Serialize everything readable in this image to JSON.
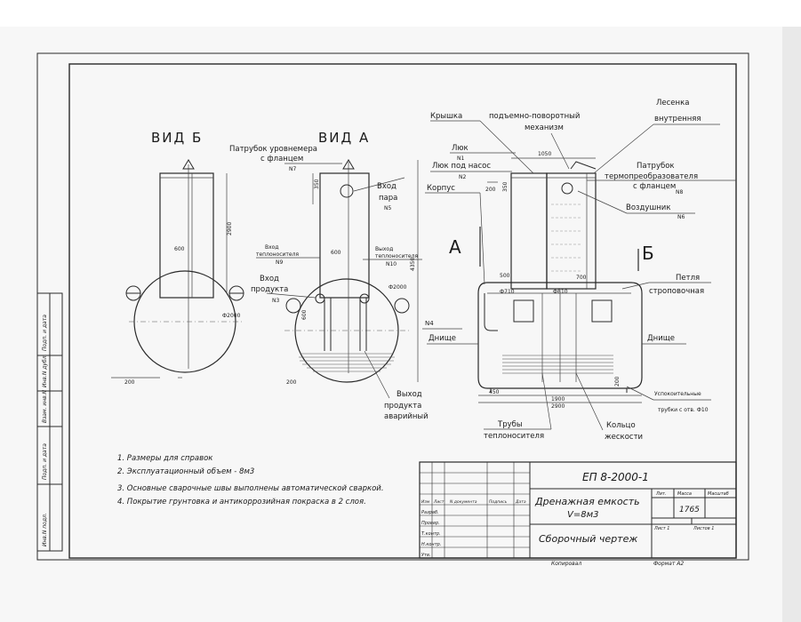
{
  "views": {
    "view_b_title": "ВИД Б",
    "view_a_title": "ВИД А",
    "section_a": "А",
    "section_b": "Б"
  },
  "left_labels": {
    "level_nozzle_1": "Патрубок уровнемера",
    "level_nozzle_2": "с фланцем",
    "level_nozzle_n": "N7",
    "steam_in_1": "Вход",
    "steam_in_2": "пара",
    "steam_in_n": "N5",
    "heat_in_1": "Вход",
    "heat_in_2": "теплоносителя",
    "heat_in_n": "N9",
    "heat_out_1": "Выход",
    "heat_out_2": "теплоносителя",
    "heat_out_n": "N10",
    "product_in_1": "Вход",
    "product_in_2": "продукта",
    "product_in_n": "N3",
    "product_out_1": "Выход",
    "product_out_2": "продукта",
    "product_out_3": "аварийный"
  },
  "right_labels": {
    "lid": "Крышка",
    "mechanism_1": "подъемно-поворотный",
    "mechanism_2": "механизм",
    "ladder_1": "Лесенка",
    "ladder_2": "внутренняя",
    "hatch": "Люк",
    "hatch_n": "N1",
    "pump_hatch": "Люк под насос",
    "pump_hatch_n": "N2",
    "nozzle_1": "Патрубок",
    "nozzle_2": "термопреобразователя",
    "nozzle_3": "с фланцем",
    "nozzle_n": "N8",
    "body": "Корпус",
    "breather": "Воздушник",
    "breather_n": "N6",
    "sling_1": "Петля",
    "sling_2": "строповочная",
    "bottom_left": "Днище",
    "bottom_right": "Днище",
    "n4": "N4",
    "supports_1": "Успокоительные",
    "supports_2": "трубки с отв. Ф10",
    "pipes_1": "Трубы",
    "pipes_2": "теплоносителя",
    "ring_1": "Кольцо",
    "ring_2": "жескости"
  },
  "dimensions": {
    "d_2000_a": "Ф2000",
    "d_2000_b": "Ф2000",
    "h_2900": "2900",
    "h_4350": "4350",
    "w_600_a": "600",
    "w_600_b": "600",
    "w_600_c": "600",
    "w_200_a": "200",
    "w_200_b": "200",
    "w_200_c": "200",
    "w_350_a": "350",
    "w_350_b": "350",
    "w_1050": "1050",
    "w_500": "500",
    "w_700": "700",
    "d_710": "Ф710",
    "d_810": "Ф810",
    "w_450": "450",
    "w_1900": "1900",
    "w_2900": "2900"
  },
  "notes": [
    "1. Размеры для справок",
    "2. Эксплуатационный объем - 8м3",
    "3. Основные сварочные швы выполнены автоматической сваркой.",
    "4. Покрытие грунтовка и антикоррозийная покраска  в 2 слоя."
  ],
  "title_block": {
    "doc_code": "ЕП 8-2000-1",
    "name_1": "Дренажная емкость",
    "name_2": "V=8м3",
    "doc_type": "Сборочный чертеж",
    "lit_header": "Лит.",
    "mass_header": "Масса",
    "scale_header": "Масштаб",
    "mass_value": "1765",
    "sheet_label": "Лист  1",
    "sheets_label": "Листов  1",
    "copied": "Копировал",
    "format": "Формат  А2",
    "col_izm": "Изм",
    "col_list": "Лист",
    "col_doc": "N документа",
    "col_sign": "Подпись",
    "col_date": "Дата",
    "row_razrab": "Разраб.",
    "row_prov": "Провер.",
    "row_tkontr": "Т.контр.",
    "row_nkontr": "Н.контр.",
    "row_utv": "Утв."
  },
  "side_stamp": [
    "Подп. и дата",
    "Инв.N дубл.",
    "Взам. инв.N",
    "Подп. и дата",
    "Инв.N подл."
  ]
}
